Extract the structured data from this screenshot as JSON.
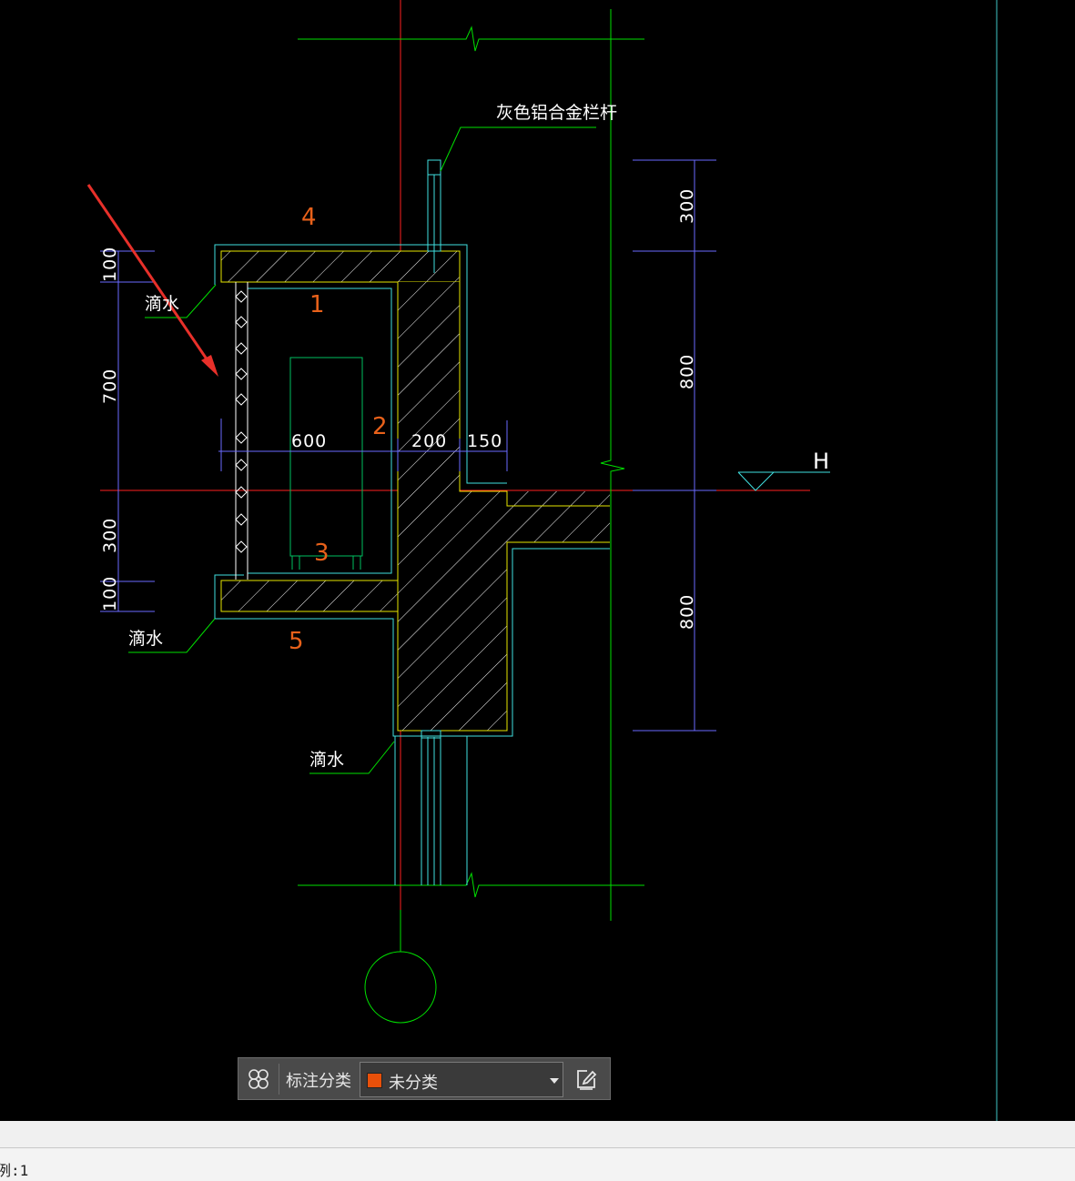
{
  "drawing": {
    "labels": {
      "railing": "灰色铝合金栏杆",
      "drip_top": "滴水",
      "drip_bottom_left": "滴水",
      "drip_bottom": "滴水",
      "elevation_mark": "H"
    },
    "numbers": {
      "n1": "1",
      "n2": "2",
      "n3": "3",
      "n4": "4",
      "n5": "5"
    },
    "dimensions": {
      "left_100_top": "100",
      "left_700": "700",
      "left_300": "300",
      "left_100_bottom": "100",
      "horizontal_600": "600",
      "horizontal_200": "200",
      "horizontal_150": "150",
      "right_300": "300",
      "right_800_top": "800",
      "right_800_bottom": "800"
    },
    "colors": {
      "background": "#000000",
      "grid_red": "#ff2020",
      "green": "#00e000",
      "cyan": "#40e0e0",
      "yellow": "#e6e600",
      "dim_blue": "#6a6aff",
      "label_orange": "#e8611a",
      "arrow_red": "#e8302a"
    }
  },
  "toolbar": {
    "icon": "grid-icon",
    "label": "标注分类",
    "dropdown_value": "未分类",
    "dropdown_swatch_color": "#e8500a",
    "edit_icon": "edit-icon"
  },
  "status_bar": {
    "text": "例:1"
  }
}
